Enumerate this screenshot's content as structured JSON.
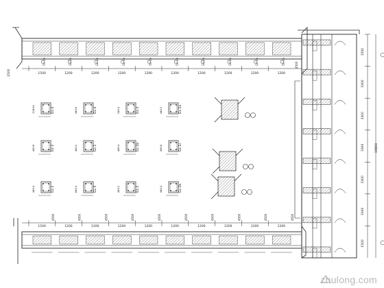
{
  "watermark": {
    "text": "zhulong.com"
  },
  "top_beam": {
    "dims": [
      "1500",
      "1200",
      "1200",
      "1200",
      "1200",
      "1200",
      "1200",
      "1200",
      "1200",
      "1200"
    ],
    "tags": [
      "GL-1a",
      "GL-1a",
      "GL-1a",
      "GL-1a",
      "GL-1a",
      "GL-1a",
      "GL-1a",
      "GL-1a",
      "GL-1a",
      "GL-1a"
    ],
    "left_dim": "1500",
    "right_dim": "4500"
  },
  "bottom_beam": {
    "dims": [
      "1500",
      "1200",
      "1200",
      "1200",
      "1200",
      "1200",
      "1200",
      "1200",
      "1200",
      "1200"
    ],
    "marks": [
      "4500",
      "4500",
      "4500",
      "4500",
      "4500",
      "4500",
      "4500",
      "4500",
      "4500",
      "4500"
    ]
  },
  "details": {
    "rows": [
      [
        "GL-4",
        "GL-4",
        "GL-3",
        "GL-1a"
      ],
      [
        "GL-2",
        "GL-1",
        "GL-1b",
        "GL-1c"
      ],
      [
        "GL-1",
        "GL-5",
        "GL-1",
        "GL-2b"
      ]
    ],
    "callouts": [
      [
        "12Φ14",
        "4Φ16",
        "2Φ14",
        "4Φ12"
      ],
      [
        "4Φ16",
        "4Φ12",
        "4Φ14",
        "4Φ16"
      ],
      [
        "4Φ14",
        "6Φ14",
        "4Φ12",
        "4Φ14"
      ]
    ]
  },
  "right_elev": {
    "dims": [
      "1500",
      "3300",
      "3300",
      "3300",
      "3300",
      "3300",
      "1500"
    ],
    "overall": "19800"
  }
}
